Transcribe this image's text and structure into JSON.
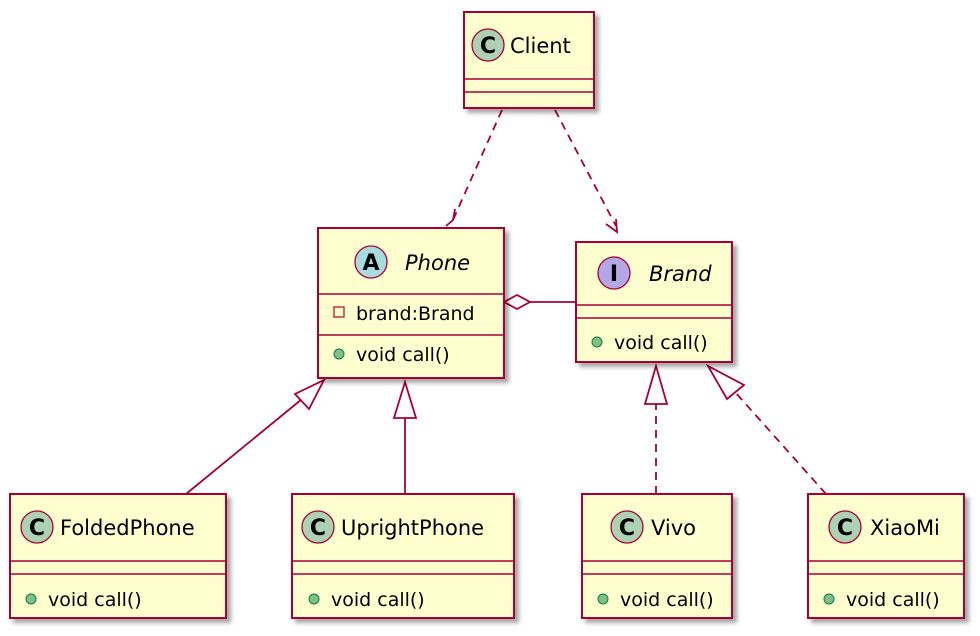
{
  "diagram": {
    "type": "uml-class-diagram",
    "colors": {
      "class_fill": "#FEFECE",
      "border": "#A80036",
      "shadow": "#BBBBBB",
      "badge_class": "#ADD1B2",
      "badge_abstract": "#A9DCDF",
      "badge_interface": "#B4A7E5",
      "private_marker": "#C82930",
      "public_marker": "#84BE84"
    },
    "classes": {
      "client": {
        "name": "Client",
        "stereotype": "C",
        "italic": false,
        "fields": [],
        "methods": []
      },
      "phone": {
        "name": "Phone",
        "stereotype": "A",
        "italic": true,
        "fields": [
          {
            "visibility": "private",
            "text": "brand:Brand"
          }
        ],
        "methods": [
          {
            "visibility": "public",
            "text": "void call()"
          }
        ]
      },
      "brand": {
        "name": "Brand",
        "stereotype": "I",
        "italic": true,
        "fields": [],
        "methods": [
          {
            "visibility": "public",
            "text": "void call()"
          }
        ]
      },
      "folded_phone": {
        "name": "FoldedPhone",
        "stereotype": "C",
        "italic": false,
        "fields": [],
        "methods": [
          {
            "visibility": "public",
            "text": "void call()"
          }
        ]
      },
      "upright_phone": {
        "name": "UprightPhone",
        "stereotype": "C",
        "italic": false,
        "fields": [],
        "methods": [
          {
            "visibility": "public",
            "text": "void call()"
          }
        ]
      },
      "vivo": {
        "name": "Vivo",
        "stereotype": "C",
        "italic": false,
        "fields": [],
        "methods": [
          {
            "visibility": "public",
            "text": "void call()"
          }
        ]
      },
      "xiaomi": {
        "name": "XiaoMi",
        "stereotype": "C",
        "italic": false,
        "fields": [],
        "methods": [
          {
            "visibility": "public",
            "text": "void call()"
          }
        ]
      }
    },
    "relations": [
      {
        "from": "client",
        "to": "phone",
        "kind": "dependency"
      },
      {
        "from": "client",
        "to": "brand",
        "kind": "dependency"
      },
      {
        "from": "phone",
        "to": "brand",
        "kind": "aggregation"
      },
      {
        "from": "folded_phone",
        "to": "phone",
        "kind": "inheritance"
      },
      {
        "from": "upright_phone",
        "to": "phone",
        "kind": "inheritance"
      },
      {
        "from": "vivo",
        "to": "brand",
        "kind": "realization"
      },
      {
        "from": "xiaomi",
        "to": "brand",
        "kind": "realization"
      }
    ]
  }
}
